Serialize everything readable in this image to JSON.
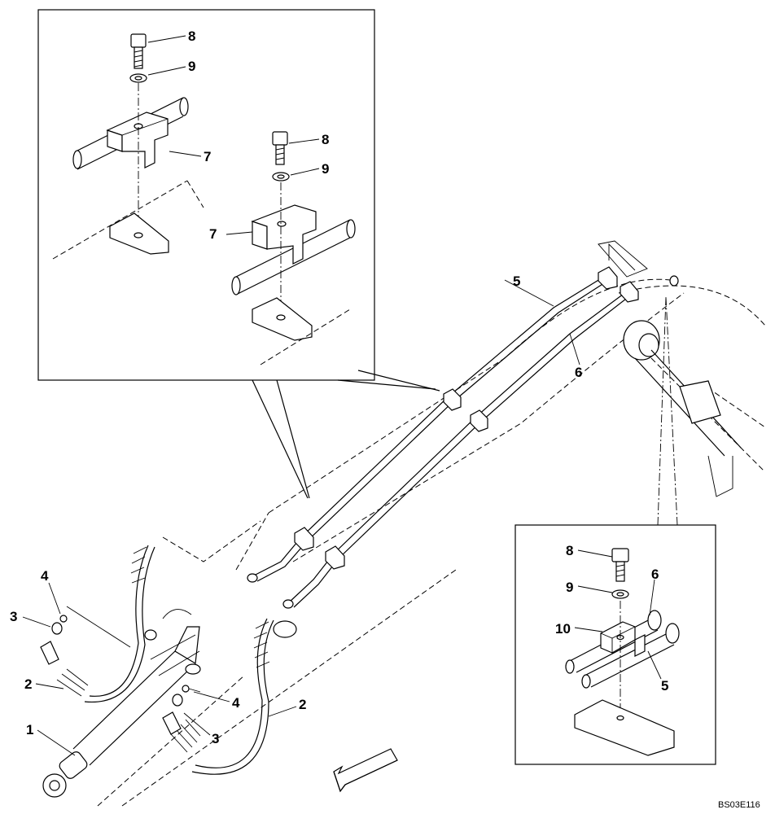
{
  "diagram": {
    "drawing_code": "BS03E116",
    "callouts": {
      "tl_bolt": "8",
      "tl_washer": "9",
      "tl_clamp": "7",
      "tm_bolt": "8",
      "tm_washer": "9",
      "tm_clamp": "7",
      "boom_pipe_upper": "5",
      "boom_pipe_lower": "6",
      "left_oring": "4",
      "left_adapter": "3",
      "left_hose": "2",
      "cylinder": "1",
      "right_oring": "4",
      "right_adapter": "3",
      "right_hose": "2",
      "br_bolt": "8",
      "br_washer": "9",
      "br_pipe_upper": "6",
      "br_clamp": "10",
      "br_pipe_lower": "5"
    }
  }
}
